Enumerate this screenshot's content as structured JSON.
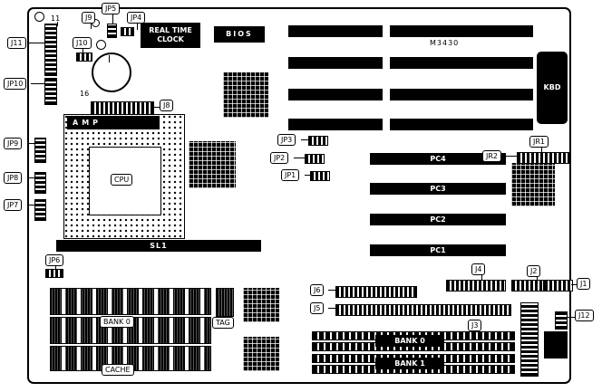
{
  "board": {
    "model": "M3430"
  },
  "markers": {
    "pin11": "11",
    "pin16": "16"
  },
  "chips": {
    "rtc": "REAL TIME CLOCK",
    "bios": "BIOS",
    "kbd": "KBD",
    "amp": "AMP",
    "cpu": "CPU"
  },
  "slots": {
    "pci": [
      "PC4",
      "PC3",
      "PC2",
      "PC1"
    ],
    "sl1": "SL1"
  },
  "memory": {
    "cache_bank": "BANK 0",
    "tag": "TAG",
    "cache": "CACHE",
    "simm_bank0": "BANK 0",
    "simm_bank1": "BANK 1"
  },
  "connectors": {
    "j1": "J1",
    "j2": "J2",
    "j3": "J3",
    "j4": "J4",
    "j5": "J5",
    "j6": "J6",
    "j8": "J8",
    "j9": "J9",
    "j10": "J10",
    "j11": "J11",
    "j12": "J12",
    "jp1": "JP1",
    "jp2": "JP2",
    "jp3": "JP3",
    "jp4": "JP4",
    "jp5": "JP5",
    "jp6": "JP6",
    "jp7": "JP7",
    "jp8": "JP8",
    "jp9": "JP9",
    "jp10": "JP10",
    "jr1": "JR1",
    "jr2": "JR2"
  }
}
